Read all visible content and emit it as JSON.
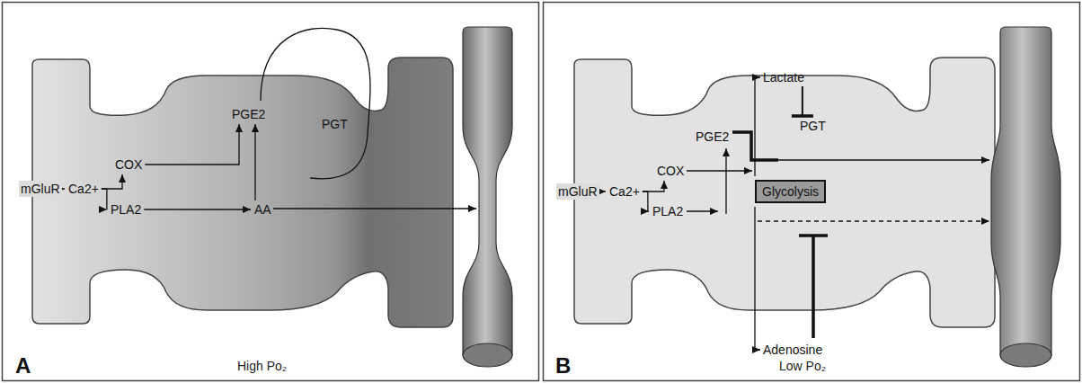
{
  "diagram": {
    "nodes": [
      {
        "text": [
          "mGluR"
        ]
      },
      {
        "text": [
          "Ca2+"
        ]
      },
      {
        "text": [
          "COX"
        ]
      },
      {
        "text": [
          "PLA2"
        ]
      },
      {
        "text": [
          "PGE2"
        ]
      },
      {
        "text": [
          "AA"
        ]
      },
      {
        "text": [
          "mGluR"
        ]
      },
      {
        "text": [
          "Ca2+"
        ]
      },
      {
        "text": [
          "COX"
        ]
      },
      {
        "text": [
          "PLA2"
        ]
      },
      {
        "text": [
          "Lactate"
        ]
      },
      {
        "text": [
          "PGT"
        ]
      },
      {
        "text": [
          "Glycolysis"
        ]
      },
      {
        "text": [
          "Adenosine"
        ]
      }
    ],
    "edges": [
      {
        "from": 0,
        "to": 1,
        "arrow": "to"
      },
      {
        "from": 1,
        "to": 2,
        "arrow": "to"
      },
      {
        "from": 1,
        "to": 3,
        "arrow": "to"
      },
      {
        "from": 2,
        "to": 4,
        "arrow": "to"
      },
      {
        "from": 3,
        "to": 5,
        "arrow": "to"
      },
      {
        "from": 5,
        "to": 4,
        "arrow": "to"
      },
      {
        "from": 6,
        "to": 7,
        "arrow": "to"
      },
      {
        "from": 7,
        "to": 8,
        "arrow": "to"
      },
      {
        "from": 7,
        "to": 9,
        "arrow": "to"
      },
      {
        "from": 10,
        "to": 11,
        "arrow": "to"
      }
    ],
    "labels": [
      "PGT",
      "A",
      "High Po₂",
      "PGE2",
      "B",
      "Low Po₂"
    ]
  }
}
